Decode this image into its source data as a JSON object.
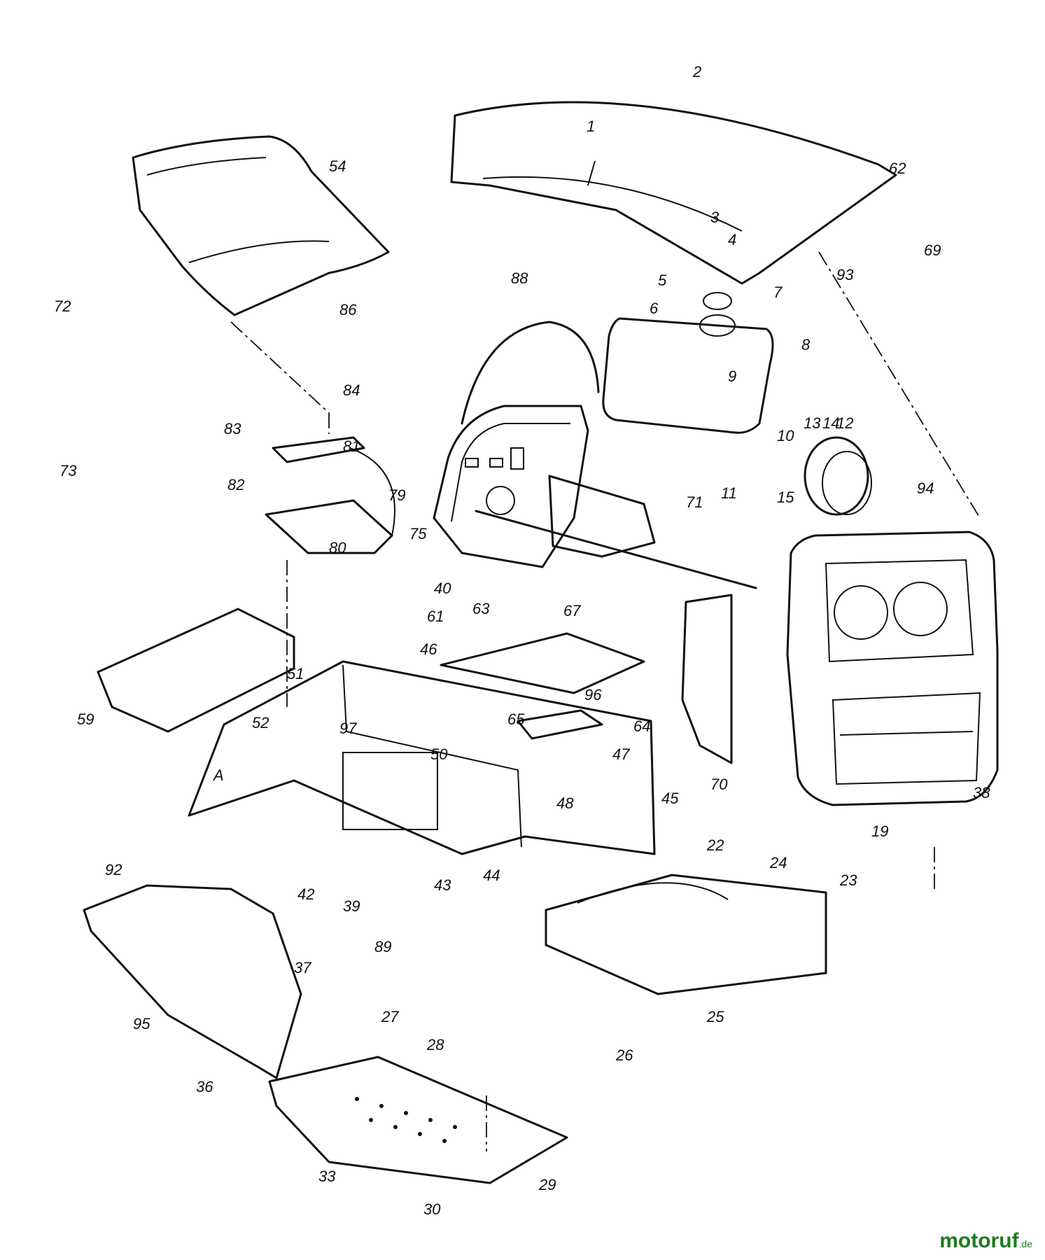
{
  "diagram": {
    "callouts": [
      "1",
      "2",
      "3",
      "4",
      "5",
      "6",
      "7",
      "8",
      "9",
      "10",
      "11",
      "12",
      "13",
      "14",
      "15",
      "19",
      "22",
      "23",
      "24",
      "25",
      "26",
      "27",
      "28",
      "29",
      "30",
      "33",
      "36",
      "37",
      "38",
      "39",
      "40",
      "42",
      "43",
      "44",
      "45",
      "46",
      "47",
      "48",
      "50",
      "51",
      "52",
      "54",
      "59",
      "61",
      "62",
      "63",
      "64",
      "65",
      "67",
      "69",
      "70",
      "71",
      "72",
      "73",
      "75",
      "79",
      "80",
      "81",
      "82",
      "83",
      "84",
      "86",
      "88",
      "89",
      "92",
      "93",
      "94",
      "95",
      "96",
      "97",
      "A"
    ]
  },
  "watermark": {
    "text": "motoruf",
    "suffix": ".de"
  },
  "colors": {
    "line": "#111111",
    "background": "#ffffff",
    "brand": "#1f7a1f"
  }
}
